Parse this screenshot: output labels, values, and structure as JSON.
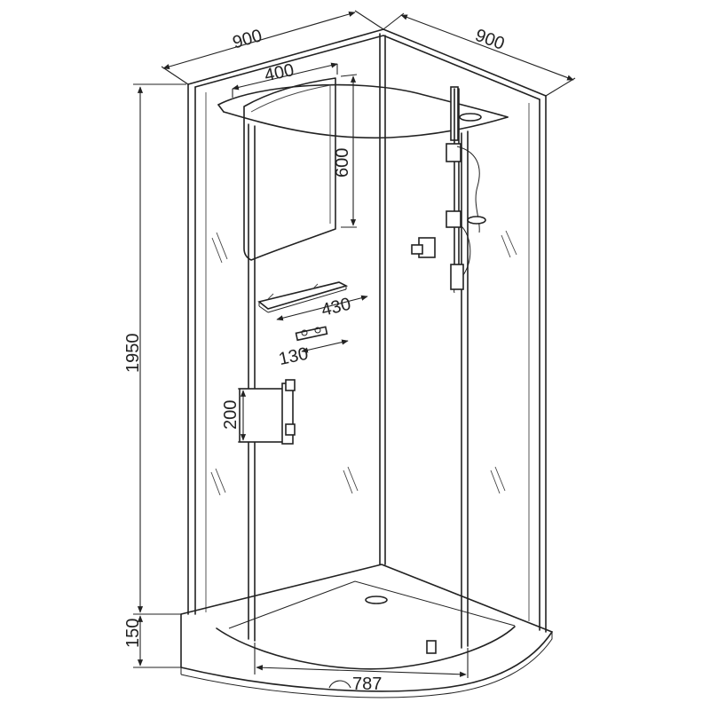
{
  "dimensions": {
    "width_left": "900",
    "width_right": "900",
    "window_width": "400",
    "window_height": "600",
    "shelf_width": "430",
    "small_shelf_width": "130",
    "seat_height": "200",
    "cabin_height": "1950",
    "tray_height": "150",
    "door_width": "787"
  }
}
